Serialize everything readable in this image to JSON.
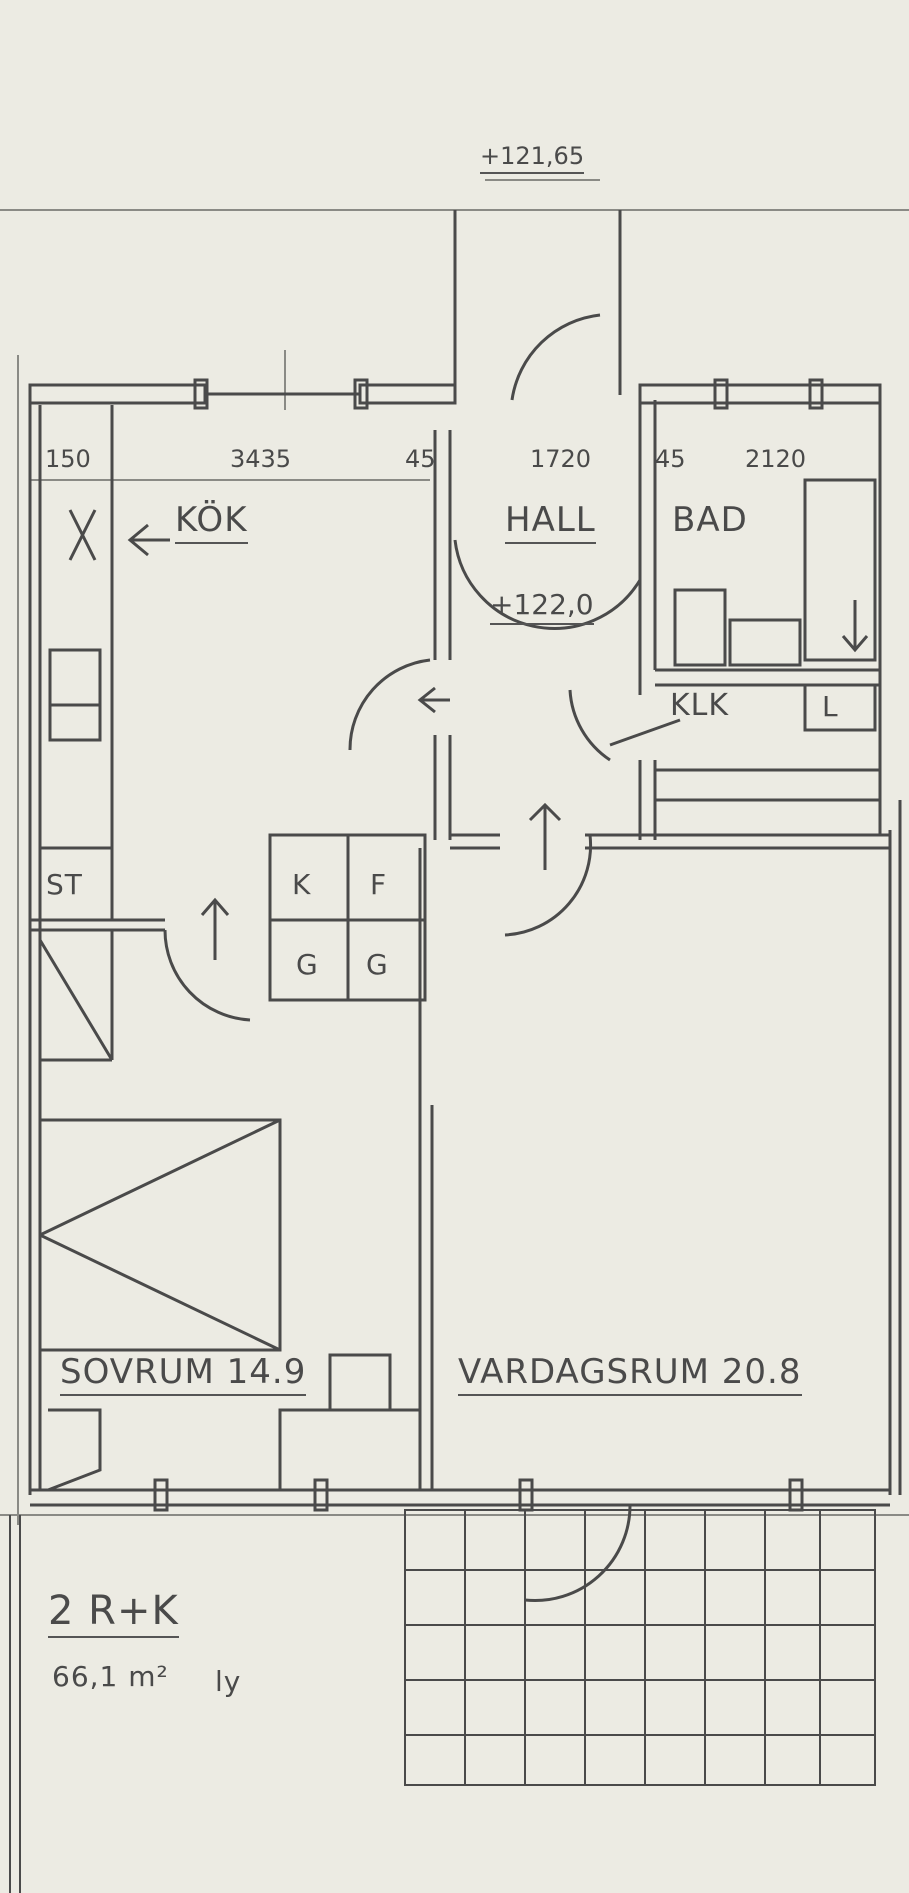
{
  "elevations": {
    "top": "+121,65",
    "hall": "+122,0"
  },
  "dimensions": [
    "150",
    "3435",
    "45",
    "1720",
    "45",
    "2120"
  ],
  "rooms": {
    "kitchen": "KÖK",
    "hall": "HALL",
    "bath": "BAD",
    "closet": "KLK",
    "bedroom": "SOVRUM 14.9",
    "living": "VARDAGSRUM 20.8"
  },
  "fixtures": {
    "storage": "ST",
    "k": "K",
    "f": "F",
    "g1": "G",
    "g2": "G",
    "linen": "L"
  },
  "unit": {
    "type": "2 R+K",
    "area": "66,1 m²",
    "suffix": "ly"
  },
  "colors": {
    "paper": "#ecebe3",
    "ink": "#4a4a4a",
    "light_ink": "#8a8a85"
  }
}
